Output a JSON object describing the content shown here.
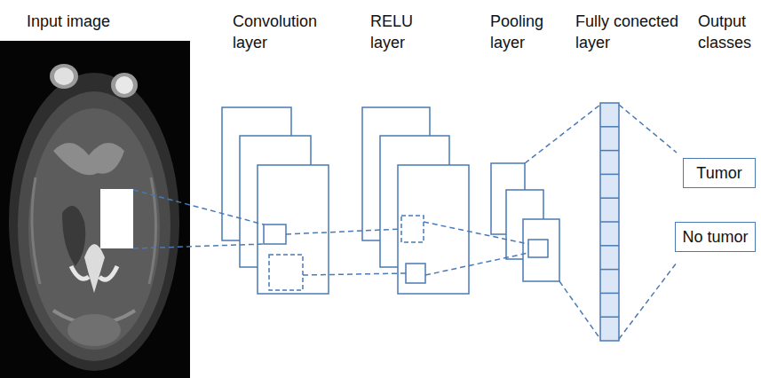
{
  "diagram": {
    "nodes": [
      {
        "text": [
          "Tumor"
        ]
      },
      {
        "text": [
          "No tumor"
        ]
      }
    ],
    "labels": [
      "Input image",
      "Convolution layer",
      "RELU layer",
      "Pooling layer",
      "Fully conected layer",
      "Output classes"
    ]
  }
}
